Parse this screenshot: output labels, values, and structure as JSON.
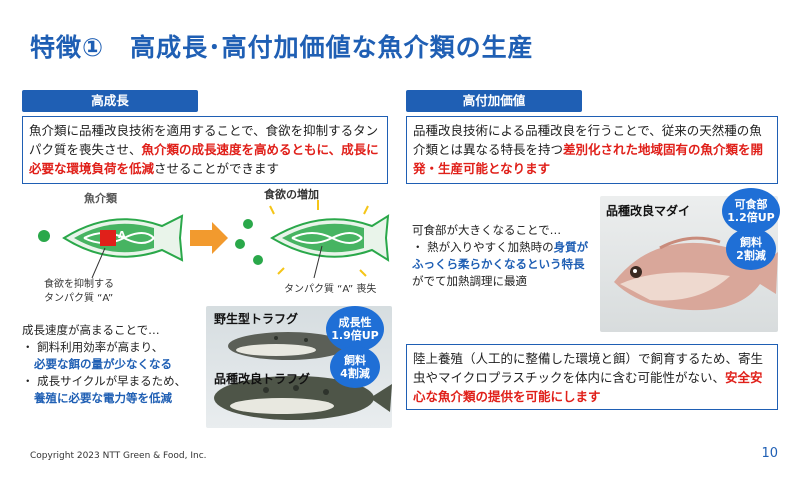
{
  "title": "特徴①　高成長･高付加価値な魚介類の生産",
  "left": {
    "header": "高成長",
    "box_plain1": "魚介類に品種改良技術を適用することで、食欲を抑制するタンパク質を喪失させ、",
    "box_red": "魚介類の成長速度を高めるともに、成長に必要な環境負荷を低減",
    "box_plain2": "させることができます",
    "diagram": {
      "fish_label": "魚介類",
      "gene_letter": "A",
      "appetite_label": "食欲の増加",
      "protein_note": "食欲を抑制する\nタンパク質 “A”",
      "lost_note": "タンパク質 “A” 喪失"
    },
    "growth_intro": "成長速度が高まることで…",
    "bullet1_plain": "・ 飼料利用効率が高まり、",
    "bullet1_blue": "必要な餌の量が少なくなる",
    "bullet2_plain": "・ 成長サイクルが早まるため、",
    "bullet2_blue": "養殖に必要な電力等を低減",
    "photo": {
      "wild_label": "野生型トラフグ",
      "improved_label": "品種改良トラフグ",
      "badge1": [
        "成長性",
        "1.9倍UP"
      ],
      "badge2": [
        "飼料",
        "4割減"
      ]
    }
  },
  "right": {
    "header": "高付加価値",
    "box_plain": "品種改良技術による品種改良を行うことで、従来の天然種の魚介類とは異なる特長を持つ",
    "box_red": "差別化された地域固有の魚介類を開発・生産可能となります",
    "edible_intro": "可食部が大きくなることで…",
    "bullet_plain1": "・ 熱が入りやすく加熱時の",
    "bullet_blue": "身質がふっくら柔らかくなるという特長",
    "bullet_plain2": "がでて加熱調理に最適",
    "photo": {
      "label": "品種改良マダイ",
      "badge1": [
        "可食部",
        "1.2倍UP"
      ],
      "badge2": [
        "飼料",
        "2割減"
      ]
    },
    "bottom_plain": "陸上養殖（人工的に整備した環境と餌）で飼育するため、寄生虫やマイクロプラスチックを体内に含む可能性がない、",
    "bottom_red": "安全安心な魚介類の提供を可能にします"
  },
  "footer": "Copyright 2023 NTT Green & Food, Inc.",
  "page_number": "10",
  "colors": {
    "brand_blue": "#1f5fb4",
    "accent_red": "#e0201a",
    "badge_blue": "#1f6fd6",
    "fish_green": "#2aa84a",
    "arrow_orange": "#f29a2e"
  }
}
